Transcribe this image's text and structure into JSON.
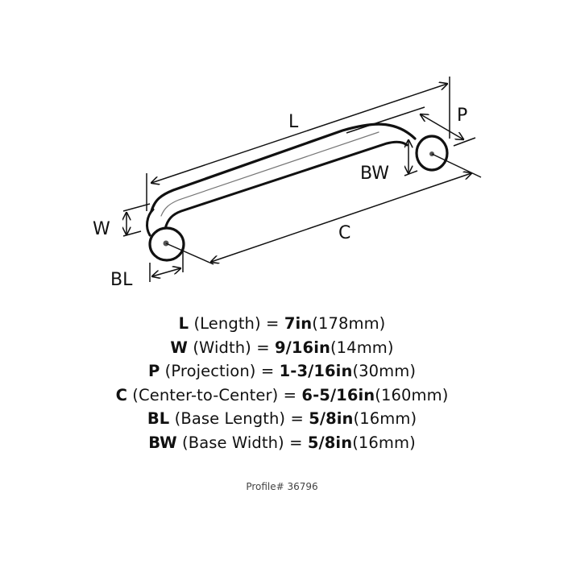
{
  "diagram": {
    "labels": {
      "L": "L",
      "P": "P",
      "BW": "BW",
      "W": "W",
      "C": "C",
      "BL": "BL"
    }
  },
  "specs": [
    {
      "abbr": "L",
      "desc": "(Length)",
      "eq": "=",
      "imperial": "7in",
      "metric": "(178mm)"
    },
    {
      "abbr": "W",
      "desc": "(Width)",
      "eq": "=",
      "imperial": "9/16in",
      "metric": "(14mm)"
    },
    {
      "abbr": "P",
      "desc": "(Projection)",
      "eq": "=",
      "imperial": "1-3/16in",
      "metric": "(30mm)"
    },
    {
      "abbr": "C",
      "desc": "(Center-to-Center)",
      "eq": "=",
      "imperial": "6-5/16in",
      "metric": "(160mm)"
    },
    {
      "abbr": "BL",
      "desc": "(Base Length)",
      "eq": "=",
      "imperial": "5/8in",
      "metric": "(16mm)"
    },
    {
      "abbr": "BW",
      "desc": "(Base Width)",
      "eq": "=",
      "imperial": "5/8in",
      "metric": "(16mm)"
    }
  ],
  "profile": "Profile# 36796",
  "colors": {
    "line": "#111111",
    "background": "#ffffff",
    "profile_text": "#444444"
  }
}
